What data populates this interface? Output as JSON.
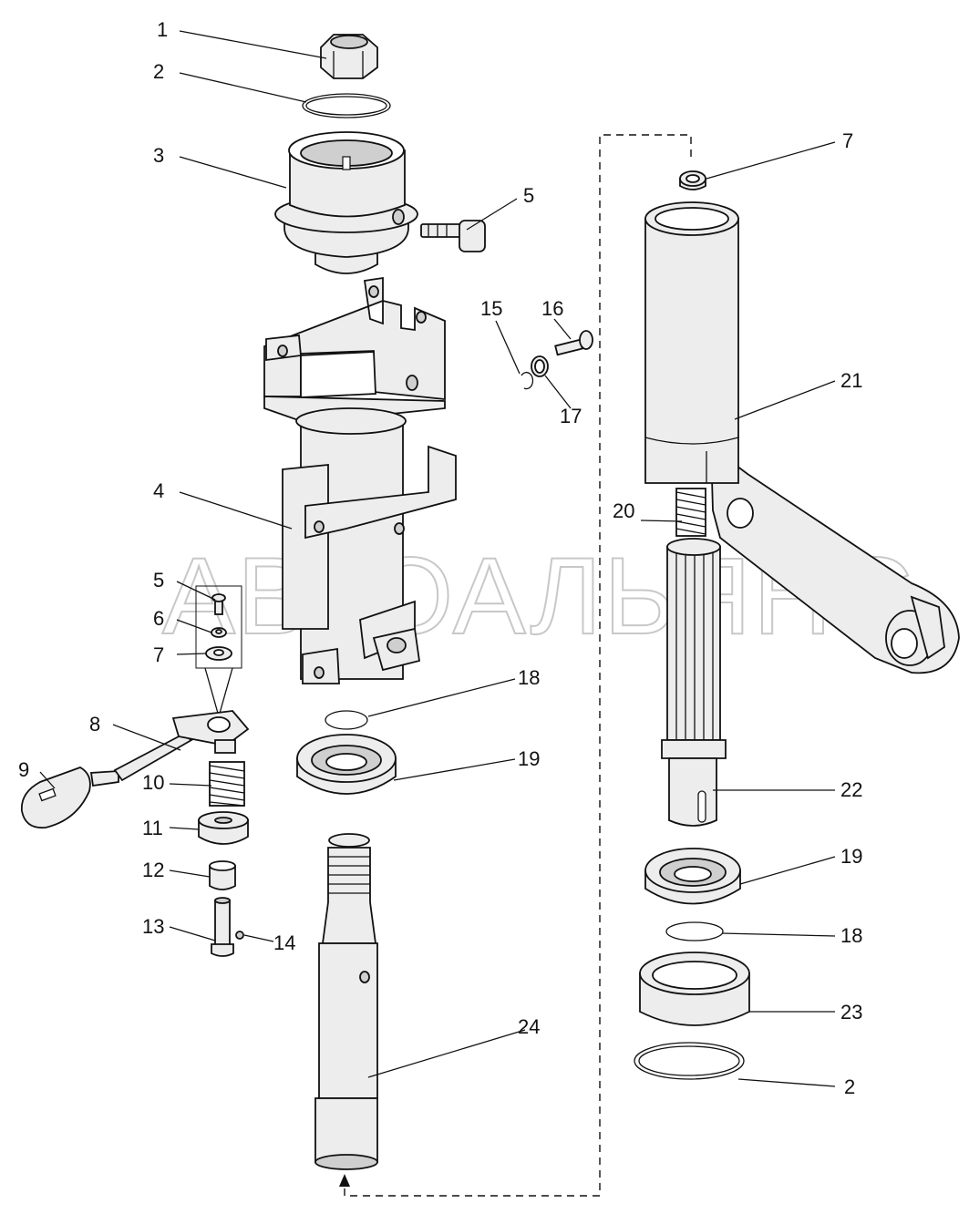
{
  "watermark": "АВТОАЛЬЯНС",
  "callouts": [
    {
      "id": "c1",
      "text": "1"
    },
    {
      "id": "c2a",
      "text": "2"
    },
    {
      "id": "c3",
      "text": "3"
    },
    {
      "id": "c4",
      "text": "4"
    },
    {
      "id": "c5a",
      "text": "5"
    },
    {
      "id": "c5b",
      "text": "5"
    },
    {
      "id": "c6",
      "text": "6"
    },
    {
      "id": "c7a",
      "text": "7"
    },
    {
      "id": "c7b",
      "text": "7"
    },
    {
      "id": "c8",
      "text": "8"
    },
    {
      "id": "c9",
      "text": "9"
    },
    {
      "id": "c10",
      "text": "10"
    },
    {
      "id": "c11",
      "text": "11"
    },
    {
      "id": "c12",
      "text": "12"
    },
    {
      "id": "c13",
      "text": "13"
    },
    {
      "id": "c14",
      "text": "14"
    },
    {
      "id": "c15",
      "text": "15"
    },
    {
      "id": "c16",
      "text": "16"
    },
    {
      "id": "c17",
      "text": "17"
    },
    {
      "id": "c18a",
      "text": "18"
    },
    {
      "id": "c18b",
      "text": "18"
    },
    {
      "id": "c19a",
      "text": "19"
    },
    {
      "id": "c19b",
      "text": "19"
    },
    {
      "id": "c20",
      "text": "20"
    },
    {
      "id": "c21",
      "text": "21"
    },
    {
      "id": "c22",
      "text": "22"
    },
    {
      "id": "c23",
      "text": "23"
    },
    {
      "id": "c24",
      "text": "24"
    },
    {
      "id": "c2b",
      "text": "2"
    }
  ]
}
